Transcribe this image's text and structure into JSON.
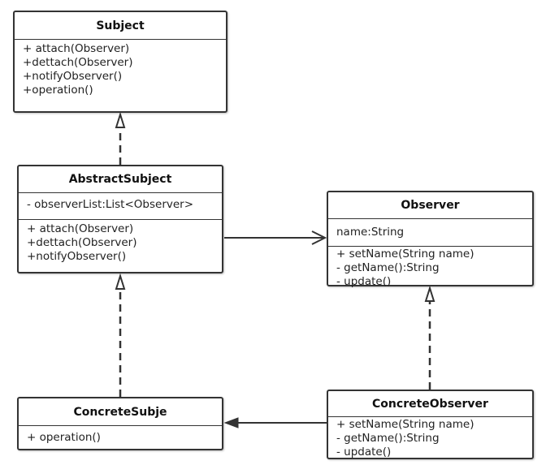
{
  "colors": {
    "stroke": "#333333",
    "background": "#ffffff",
    "text": "#222222"
  },
  "classes": {
    "subject": {
      "name": "Subject",
      "methods": [
        "+ attach(Observer)",
        "+dettach(Observer)",
        "+notifyObserver()",
        "+operation()"
      ]
    },
    "abstract_subject": {
      "name": "AbstractSubject",
      "attributes": [
        "- observerList:List<Observer>"
      ],
      "methods": [
        "+ attach(Observer)",
        "+dettach(Observer)",
        "+notifyObserver()"
      ]
    },
    "observer": {
      "name": "Observer",
      "attributes": [
        "name:String"
      ],
      "methods": [
        "+ setName(String name)",
        "- getName():String",
        "- update()"
      ]
    },
    "concrete_subject": {
      "name": "ConcreteSubje",
      "methods": [
        "+ operation()"
      ]
    },
    "concrete_observer": {
      "name": "ConcreteObserver",
      "methods": [
        "+ setName(String name)",
        "- getName():String",
        "- update()"
      ]
    }
  },
  "relationships": [
    {
      "from": "abstract_subject",
      "to": "subject",
      "type": "realization"
    },
    {
      "from": "abstract_subject",
      "to": "observer",
      "type": "association"
    },
    {
      "from": "concrete_subject",
      "to": "abstract_subject",
      "type": "realization"
    },
    {
      "from": "concrete_observer",
      "to": "observer",
      "type": "realization"
    },
    {
      "from": "concrete_observer",
      "to": "concrete_subject",
      "type": "directed-association"
    }
  ]
}
